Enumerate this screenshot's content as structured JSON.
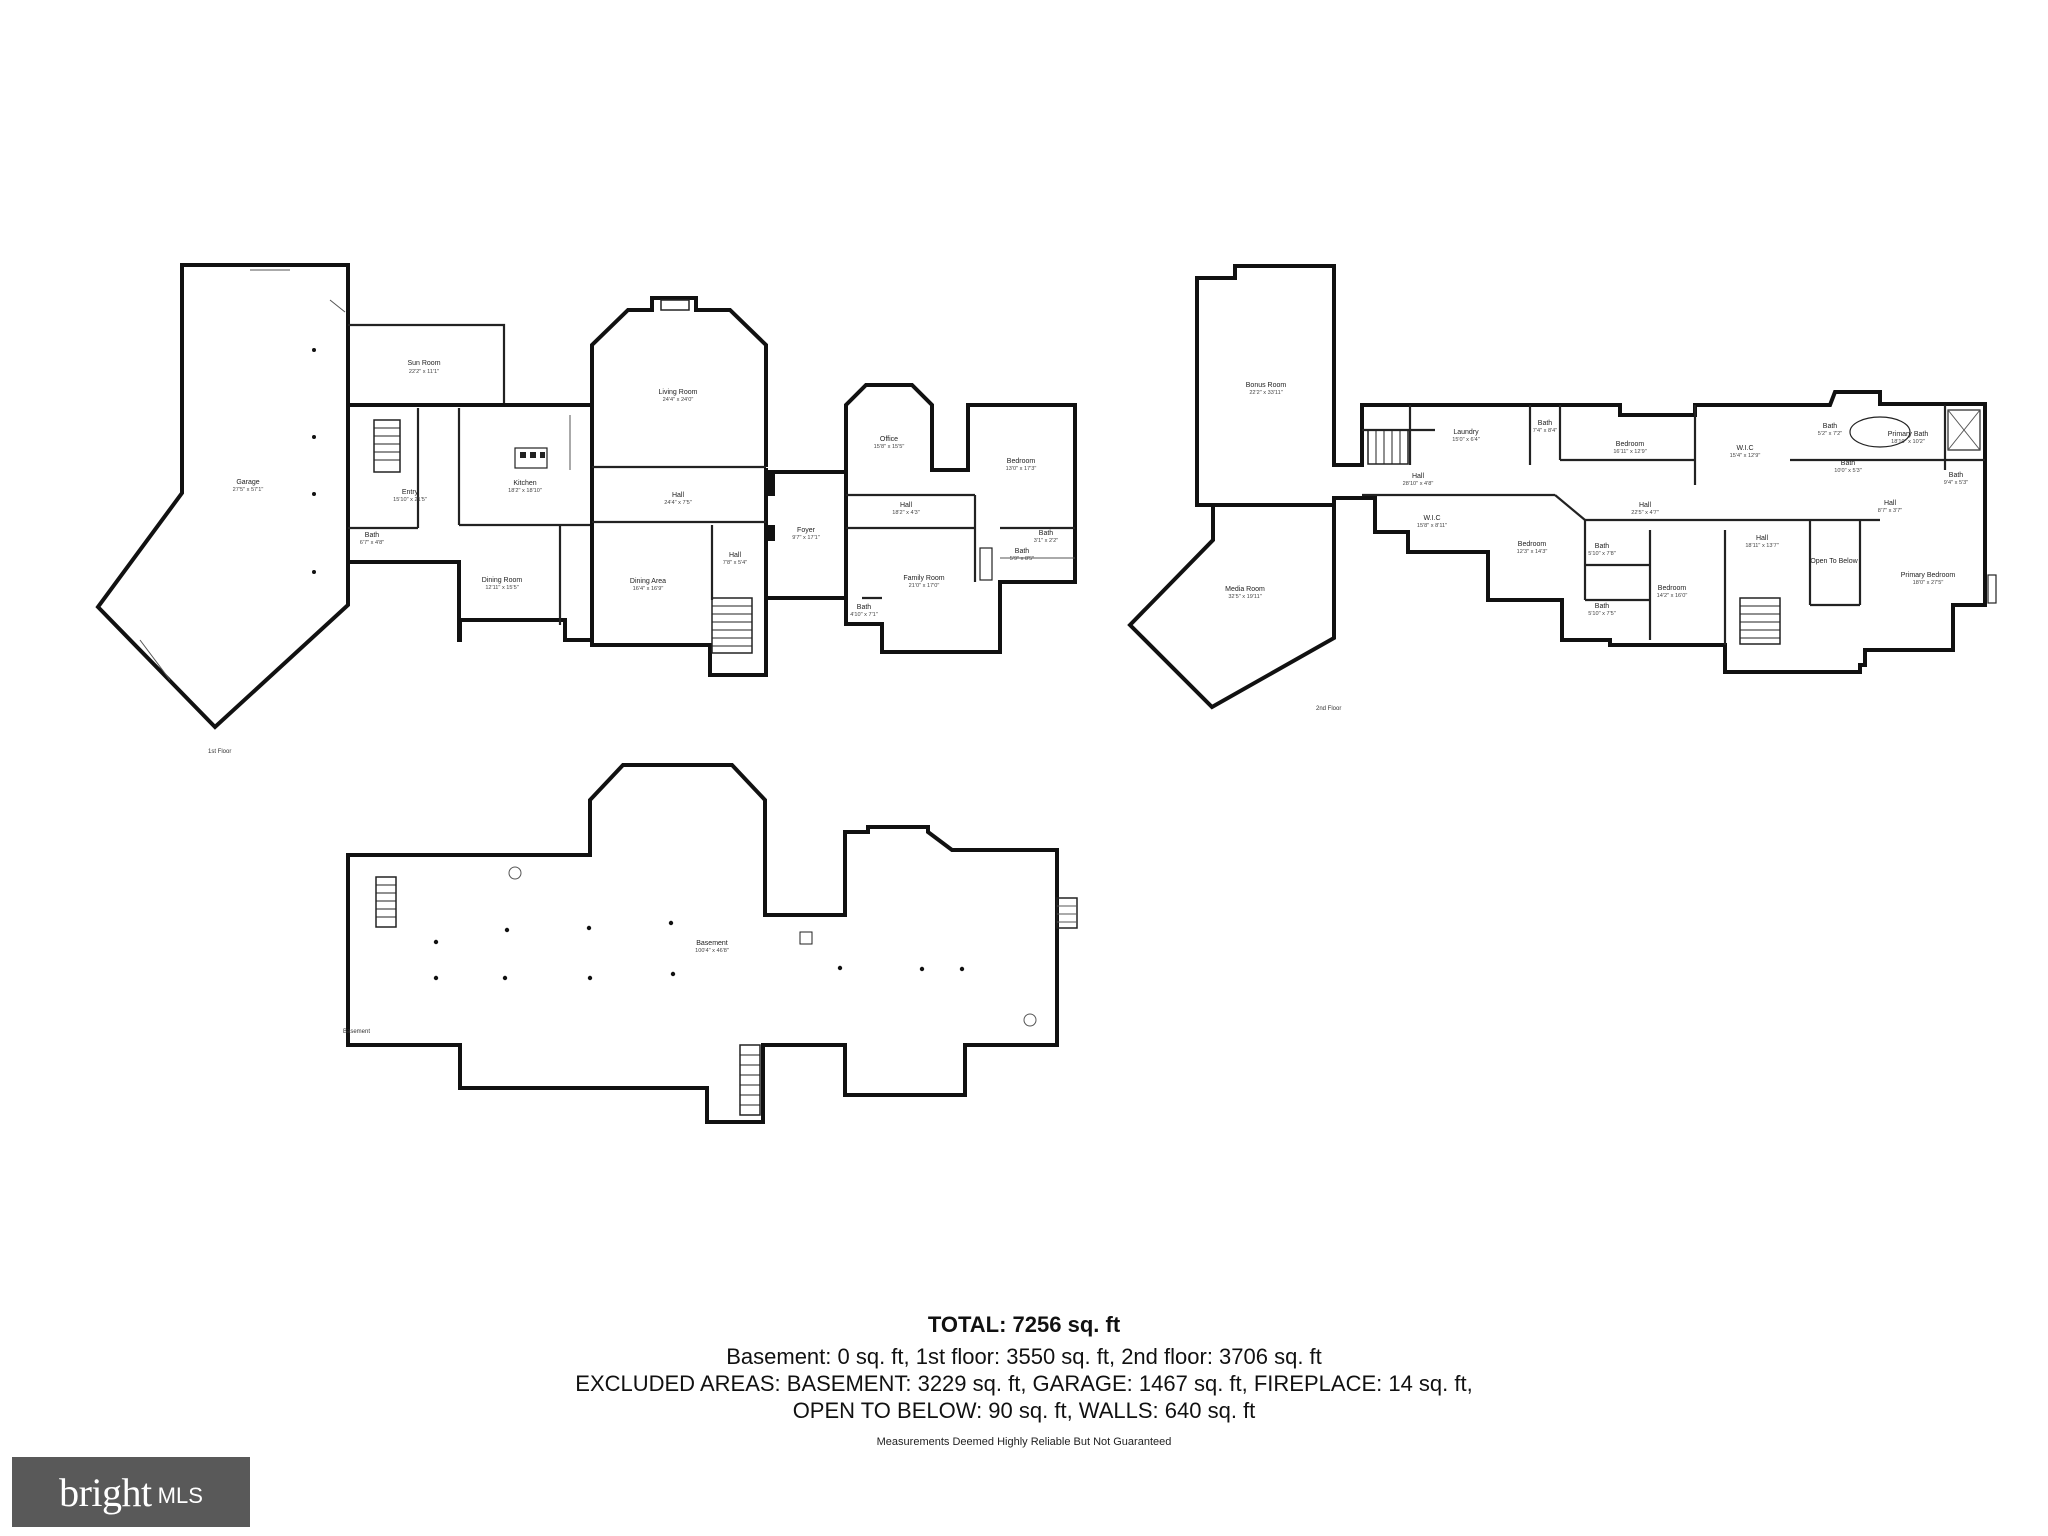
{
  "floors": {
    "first": {
      "label": "1st Floor",
      "rooms": [
        {
          "id": "garage",
          "name": "Garage",
          "dim": "27'5\" x 57'1\""
        },
        {
          "id": "sun-room",
          "name": "Sun Room",
          "dim": "22'2\" x 11'1\""
        },
        {
          "id": "entry",
          "name": "Entry",
          "dim": "15'10\" x 21'5\""
        },
        {
          "id": "bath-1a",
          "name": "Bath",
          "dim": "6'7\" x 4'8\""
        },
        {
          "id": "kitchen",
          "name": "Kitchen",
          "dim": "18'2\" x 18'10\""
        },
        {
          "id": "dining-room",
          "name": "Dining Room",
          "dim": "12'11\" x 15'5\""
        },
        {
          "id": "living-room",
          "name": "Living Room",
          "dim": "24'4\" x 24'0\""
        },
        {
          "id": "hall-1a",
          "name": "Hall",
          "dim": "24'4\" x 7'5\""
        },
        {
          "id": "dining-area",
          "name": "Dining Area",
          "dim": "16'4\" x 16'9\""
        },
        {
          "id": "hall-1b",
          "name": "Hall",
          "dim": "7'8\" x 5'4\""
        },
        {
          "id": "foyer",
          "name": "Foyer",
          "dim": "9'7\" x 17'1\""
        },
        {
          "id": "office",
          "name": "Office",
          "dim": "15'8\" x 15'5\""
        },
        {
          "id": "hall-1c",
          "name": "Hall",
          "dim": "18'2\" x 4'3\""
        },
        {
          "id": "bedroom-1",
          "name": "Bedroom",
          "dim": "13'0\" x 17'3\""
        },
        {
          "id": "family-room",
          "name": "Family Room",
          "dim": "21'0\" x 17'0\""
        },
        {
          "id": "bath-1b",
          "name": "Bath",
          "dim": "4'10\" x 7'1\""
        },
        {
          "id": "bath-1c",
          "name": "Bath",
          "dim": "5'9\" x 8'5\""
        },
        {
          "id": "bath-1d",
          "name": "Bath",
          "dim": "3'1\" x 2'2\""
        }
      ]
    },
    "second": {
      "label": "2nd Floor",
      "rooms": [
        {
          "id": "bonus-room",
          "name": "Bonus Room",
          "dim": "22'2\" x 33'11\""
        },
        {
          "id": "media-room",
          "name": "Media Room",
          "dim": "32'5\" x 19'11\""
        },
        {
          "id": "laundry",
          "name": "Laundry",
          "dim": "15'0\" x 6'4\""
        },
        {
          "id": "bath-2a",
          "name": "Bath",
          "dim": "7'4\" x 8'4\""
        },
        {
          "id": "hall-2a",
          "name": "Hall",
          "dim": "28'10\" x 4'8\""
        },
        {
          "id": "wic-2a",
          "name": "W.I.C",
          "dim": "15'8\" x 8'11\""
        },
        {
          "id": "bedroom-2a",
          "name": "Bedroom",
          "dim": "16'11\" x 12'9\""
        },
        {
          "id": "wic-2b",
          "name": "W.I.C",
          "dim": "15'4\" x 12'9\""
        },
        {
          "id": "bath-2b",
          "name": "Bath",
          "dim": "5'2\" x 7'2\""
        },
        {
          "id": "primary-bath",
          "name": "Primary Bath",
          "dim": "18'10\" x 10'2\""
        },
        {
          "id": "bath-2c",
          "name": "Bath",
          "dim": "10'0\" x 5'3\""
        },
        {
          "id": "bath-2d",
          "name": "Bath",
          "dim": "9'4\" x 5'3\""
        },
        {
          "id": "hall-2b",
          "name": "Hall",
          "dim": "22'5\" x 4'7\""
        },
        {
          "id": "hall-2c",
          "name": "Hall",
          "dim": "8'7\" x 3'7\""
        },
        {
          "id": "bedroom-2b",
          "name": "Bedroom",
          "dim": "12'3\" x 14'3\""
        },
        {
          "id": "bath-2e",
          "name": "Bath",
          "dim": "5'10\" x 7'8\""
        },
        {
          "id": "bath-2f",
          "name": "Bath",
          "dim": "5'10\" x 7'5\""
        },
        {
          "id": "bedroom-2c",
          "name": "Bedroom",
          "dim": "14'2\" x 16'0\""
        },
        {
          "id": "hall-2d",
          "name": "Hall",
          "dim": "18'11\" x 13'7\""
        },
        {
          "id": "open-to-below",
          "name": "Open To Below",
          "dim": ""
        },
        {
          "id": "primary-bedroom",
          "name": "Primary Bedroom",
          "dim": "18'0\" x 27'5\""
        }
      ]
    },
    "basement": {
      "label": "Basement",
      "rooms": [
        {
          "id": "basement",
          "name": "Basement",
          "dim": "100'4\" x 46'8\""
        }
      ]
    }
  },
  "summary": {
    "total": "TOTAL: 7256 sq. ft",
    "line1": "Basement: 0 sq. ft, 1st floor: 3550 sq. ft, 2nd floor: 3706 sq. ft",
    "line2": "EXCLUDED AREAS: BASEMENT: 3229 sq. ft, GARAGE: 1467 sq. ft, FIREPLACE: 14 sq. ft,",
    "line3": "OPEN TO BELOW: 90 sq. ft, WALLS: 640 sq. ft",
    "disclaimer": "Measurements Deemed Highly Reliable But Not Guaranteed"
  },
  "logo": {
    "word": "bright",
    "suffix": "MLS",
    "color": "#595959"
  }
}
